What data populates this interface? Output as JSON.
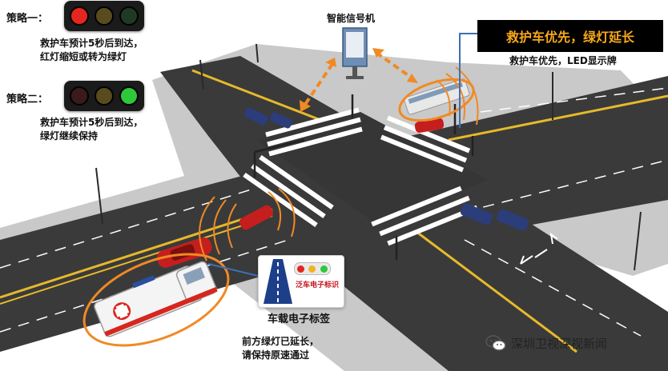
{
  "strategy1": {
    "title": "策略一：",
    "line1": "救护车预计5秒后到达，",
    "line2": "红灯缩短或转为绿灯"
  },
  "strategy2": {
    "title": "策略二：",
    "line1": "救护车预计5秒后到达，",
    "line2": "绿灯继续保持"
  },
  "signal_machine": {
    "label": "智能信号机"
  },
  "banner": {
    "text": "救护车优先，绿灯延长"
  },
  "led": {
    "label": "救护车优先，LED显示牌"
  },
  "vehicle_tag": {
    "card_text": "泛车电子标识",
    "label": "车载电子标签",
    "message_line1": "前方绿灯已延长，",
    "message_line2": "请保持原速通过"
  },
  "watermark": {
    "text": "深圳卫视深视新闻"
  },
  "colors": {
    "accent_orange": "#f08a24",
    "banner_text": "#f7a81b",
    "red_lamp": "#e3261f",
    "green_lamp": "#2ec83a",
    "road": "#3b3b3b",
    "lane_yellow": "#e6b92b",
    "sidewalk": "#cfcfcf"
  },
  "icons": [
    "traffic-light-red-on",
    "traffic-light-green-on",
    "signal-cabinet",
    "ambulance",
    "wechat-icon"
  ]
}
